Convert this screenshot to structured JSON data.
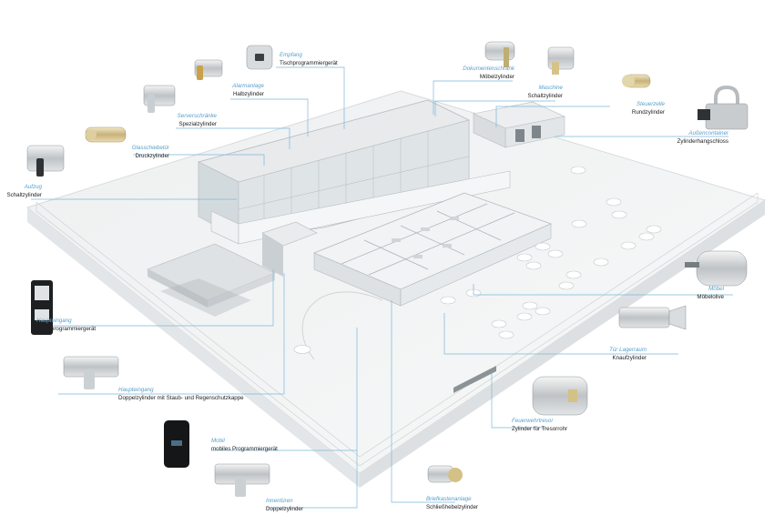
{
  "colors": {
    "leader_line": "#7fb6d9",
    "location_text": "#5aa0cc",
    "product_text": "#222222",
    "ground": "#f2f3f4",
    "building": "#e9ebed",
    "glass": "#d3dade"
  },
  "callouts": [
    {
      "id": "empfang",
      "location": "Empfang",
      "product": "Tischprogrammiergerät",
      "icon": "desk-programmer-icon"
    },
    {
      "id": "alarmanlage",
      "location": "Alarmanlage",
      "product": "Halbzylinder",
      "icon": "half-cylinder-icon"
    },
    {
      "id": "serverschraenke",
      "location": "Serverschränke",
      "product": "Spezialzylinder",
      "icon": "special-cylinder-icon"
    },
    {
      "id": "glasschiebetuer",
      "location": "Glasschiebetür",
      "product": "Druckzylinder",
      "icon": "push-cylinder-icon"
    },
    {
      "id": "aufzug",
      "location": "Aufzug",
      "product": "Schaltzylinder",
      "icon": "switch-cylinder-icon"
    },
    {
      "id": "dokumentenschrank",
      "location": "Dokumentenschrank",
      "product": "Möbelzylinder",
      "icon": "furniture-cylinder-icon"
    },
    {
      "id": "maschine",
      "location": "Maschine",
      "product": "Schaltzylinder",
      "icon": "machine-switch-cylinder-icon"
    },
    {
      "id": "steuerzelle",
      "location": "Steuerzelle",
      "product": "Rundzylinder",
      "icon": "round-cylinder-icon"
    },
    {
      "id": "aussencontainer",
      "location": "Außencontainer",
      "product": "Zylinderhangschloss",
      "icon": "padlock-icon"
    },
    {
      "id": "moebel",
      "location": "Möbel",
      "product": "Möbelolive",
      "icon": "furniture-olive-icon"
    },
    {
      "id": "tuer-lagerraum",
      "location": "Tür Lagerraum",
      "product": "Knaufzylinder",
      "icon": "knob-cylinder-icon"
    },
    {
      "id": "feuerwehrtresor",
      "location": "Feuerwehrtresor",
      "product": "Zylinder für Tresorrohr",
      "icon": "safe-tube-cylinder-icon"
    },
    {
      "id": "briefkastenanlage",
      "location": "Briefkastenanlage",
      "product": "Schließhebelzylinder",
      "icon": "lever-cylinder-icon"
    },
    {
      "id": "hauptengang-wand",
      "location": "Haupteingang",
      "product": "Wandprogrammiergerät",
      "icon": "wall-programmer-icon"
    },
    {
      "id": "hauptengang-doppel",
      "location": "Haupteingang",
      "product": "Doppelzylinder mit Staub- und Regenschutzkappe",
      "icon": "double-cylinder-cap-icon"
    },
    {
      "id": "mobil",
      "location": "Mobil",
      "product": "mobiles Programmiergerät",
      "icon": "mobile-programmer-icon"
    },
    {
      "id": "innentueren",
      "location": "Innentüren",
      "product": "Doppelzylinder",
      "icon": "double-cylinder-icon"
    }
  ]
}
